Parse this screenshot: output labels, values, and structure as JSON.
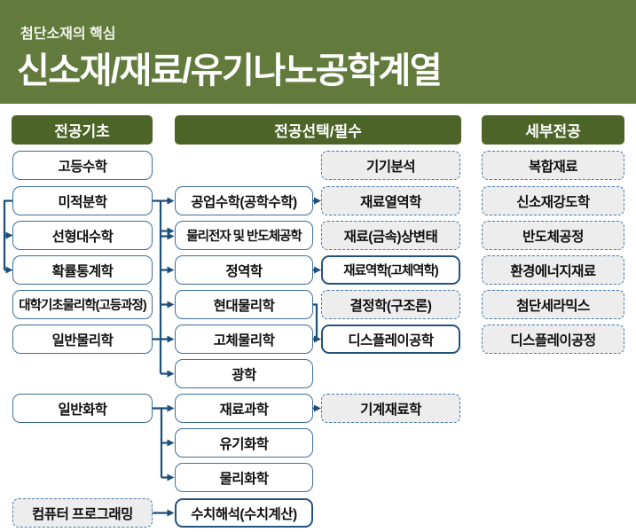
{
  "banner": {
    "subtitle": "첨단소재의 핵심",
    "title": "신소재/재료/유기나노공학계열"
  },
  "columns": [
    {
      "label": "전공기초"
    },
    {
      "label": "전공선택/필수"
    },
    {
      "label": "세부전공"
    }
  ],
  "nodes": [
    {
      "label": "고등수학"
    },
    {
      "label": "미적분학"
    },
    {
      "label": "선형대수학"
    },
    {
      "label": "확률통계학"
    },
    {
      "label": "대학기초물리학(고등과정)"
    },
    {
      "label": "일반물리학"
    },
    {
      "label": "일반화학"
    },
    {
      "label": "컴퓨터 프로그래밍"
    },
    {
      "label": "공업수학(공학수학)"
    },
    {
      "label": "물리전자 및 반도체공학"
    },
    {
      "label": "정역학"
    },
    {
      "label": "현대물리학"
    },
    {
      "label": "고체물리학"
    },
    {
      "label": "광학"
    },
    {
      "label": "재료과학"
    },
    {
      "label": "유기화학"
    },
    {
      "label": "물리화학"
    },
    {
      "label": "수치해석(수치계산)"
    },
    {
      "label": "기기분석"
    },
    {
      "label": "재료열역학"
    },
    {
      "label": "재료(금속)상변태"
    },
    {
      "label": "재료역학(고체역학)"
    },
    {
      "label": "결정학(구조론)"
    },
    {
      "label": "디스플레이공학"
    },
    {
      "label": "기계재료학"
    },
    {
      "label": "복합재료"
    },
    {
      "label": "신소재강도학"
    },
    {
      "label": "반도체공정"
    },
    {
      "label": "환경에너지재료"
    },
    {
      "label": "첨단세라믹스"
    },
    {
      "label": "디스플레이공정"
    }
  ],
  "colors": {
    "banner_green": "#627b3d",
    "header_green": "#4d6428",
    "box_border_blue": "#3e6d9c",
    "dashed_border_blue": "#4879ad",
    "dashed_fill_gray": "#ededed",
    "connector_navy": "#1f4e79",
    "text_black": "#101010",
    "title_white": "#ffffff"
  }
}
